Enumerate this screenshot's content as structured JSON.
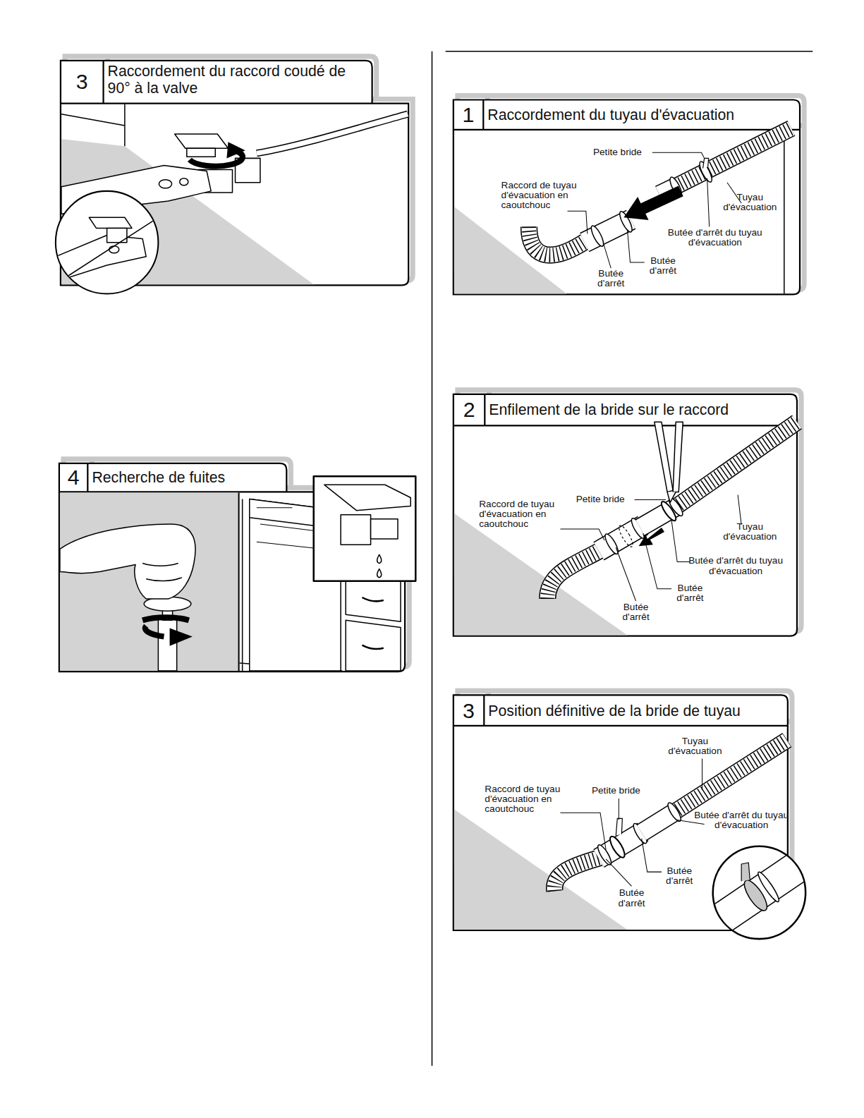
{
  "diagram": {
    "nodes": [
      {
        "text": [
          "3",
          "Raccordement du raccord coudé de 90° à la valve"
        ]
      },
      {
        "text": [
          "4",
          "Recherche de fuites"
        ]
      },
      {
        "text": [
          "1",
          "Raccordement du tuyau d'évacuation"
        ]
      },
      {
        "text": [
          "2",
          "Enfilement de la bride sur le raccord"
        ]
      },
      {
        "text": [
          "3",
          "Position définitive de la bride de tuyau"
        ]
      }
    ],
    "labels": [
      "Petite bride",
      "Raccord de tuyau d'évacuation en caoutchouc",
      "Tuyau d'évacuation",
      "Butée d'arrêt du tuyau d'évacuation",
      "Butée d'arrêt",
      "Butée d'arrêt",
      "Petite bride",
      "Raccord de tuyau d'évacuation en caoutchouc",
      "Tuyau d'évacuation",
      "Butée d'arrêt du tuyau d'évacuation",
      "Butée d'arrêt",
      "Butée d'arrêt",
      "Tuyau d'évacuation",
      "Raccord de tuyau d'évacuation en caoutchouc",
      "Petite bride",
      "Butée d'arrêt du tuyau d'évacuation",
      "Butée d'arrêt",
      "Butée d'arrêt"
    ]
  }
}
